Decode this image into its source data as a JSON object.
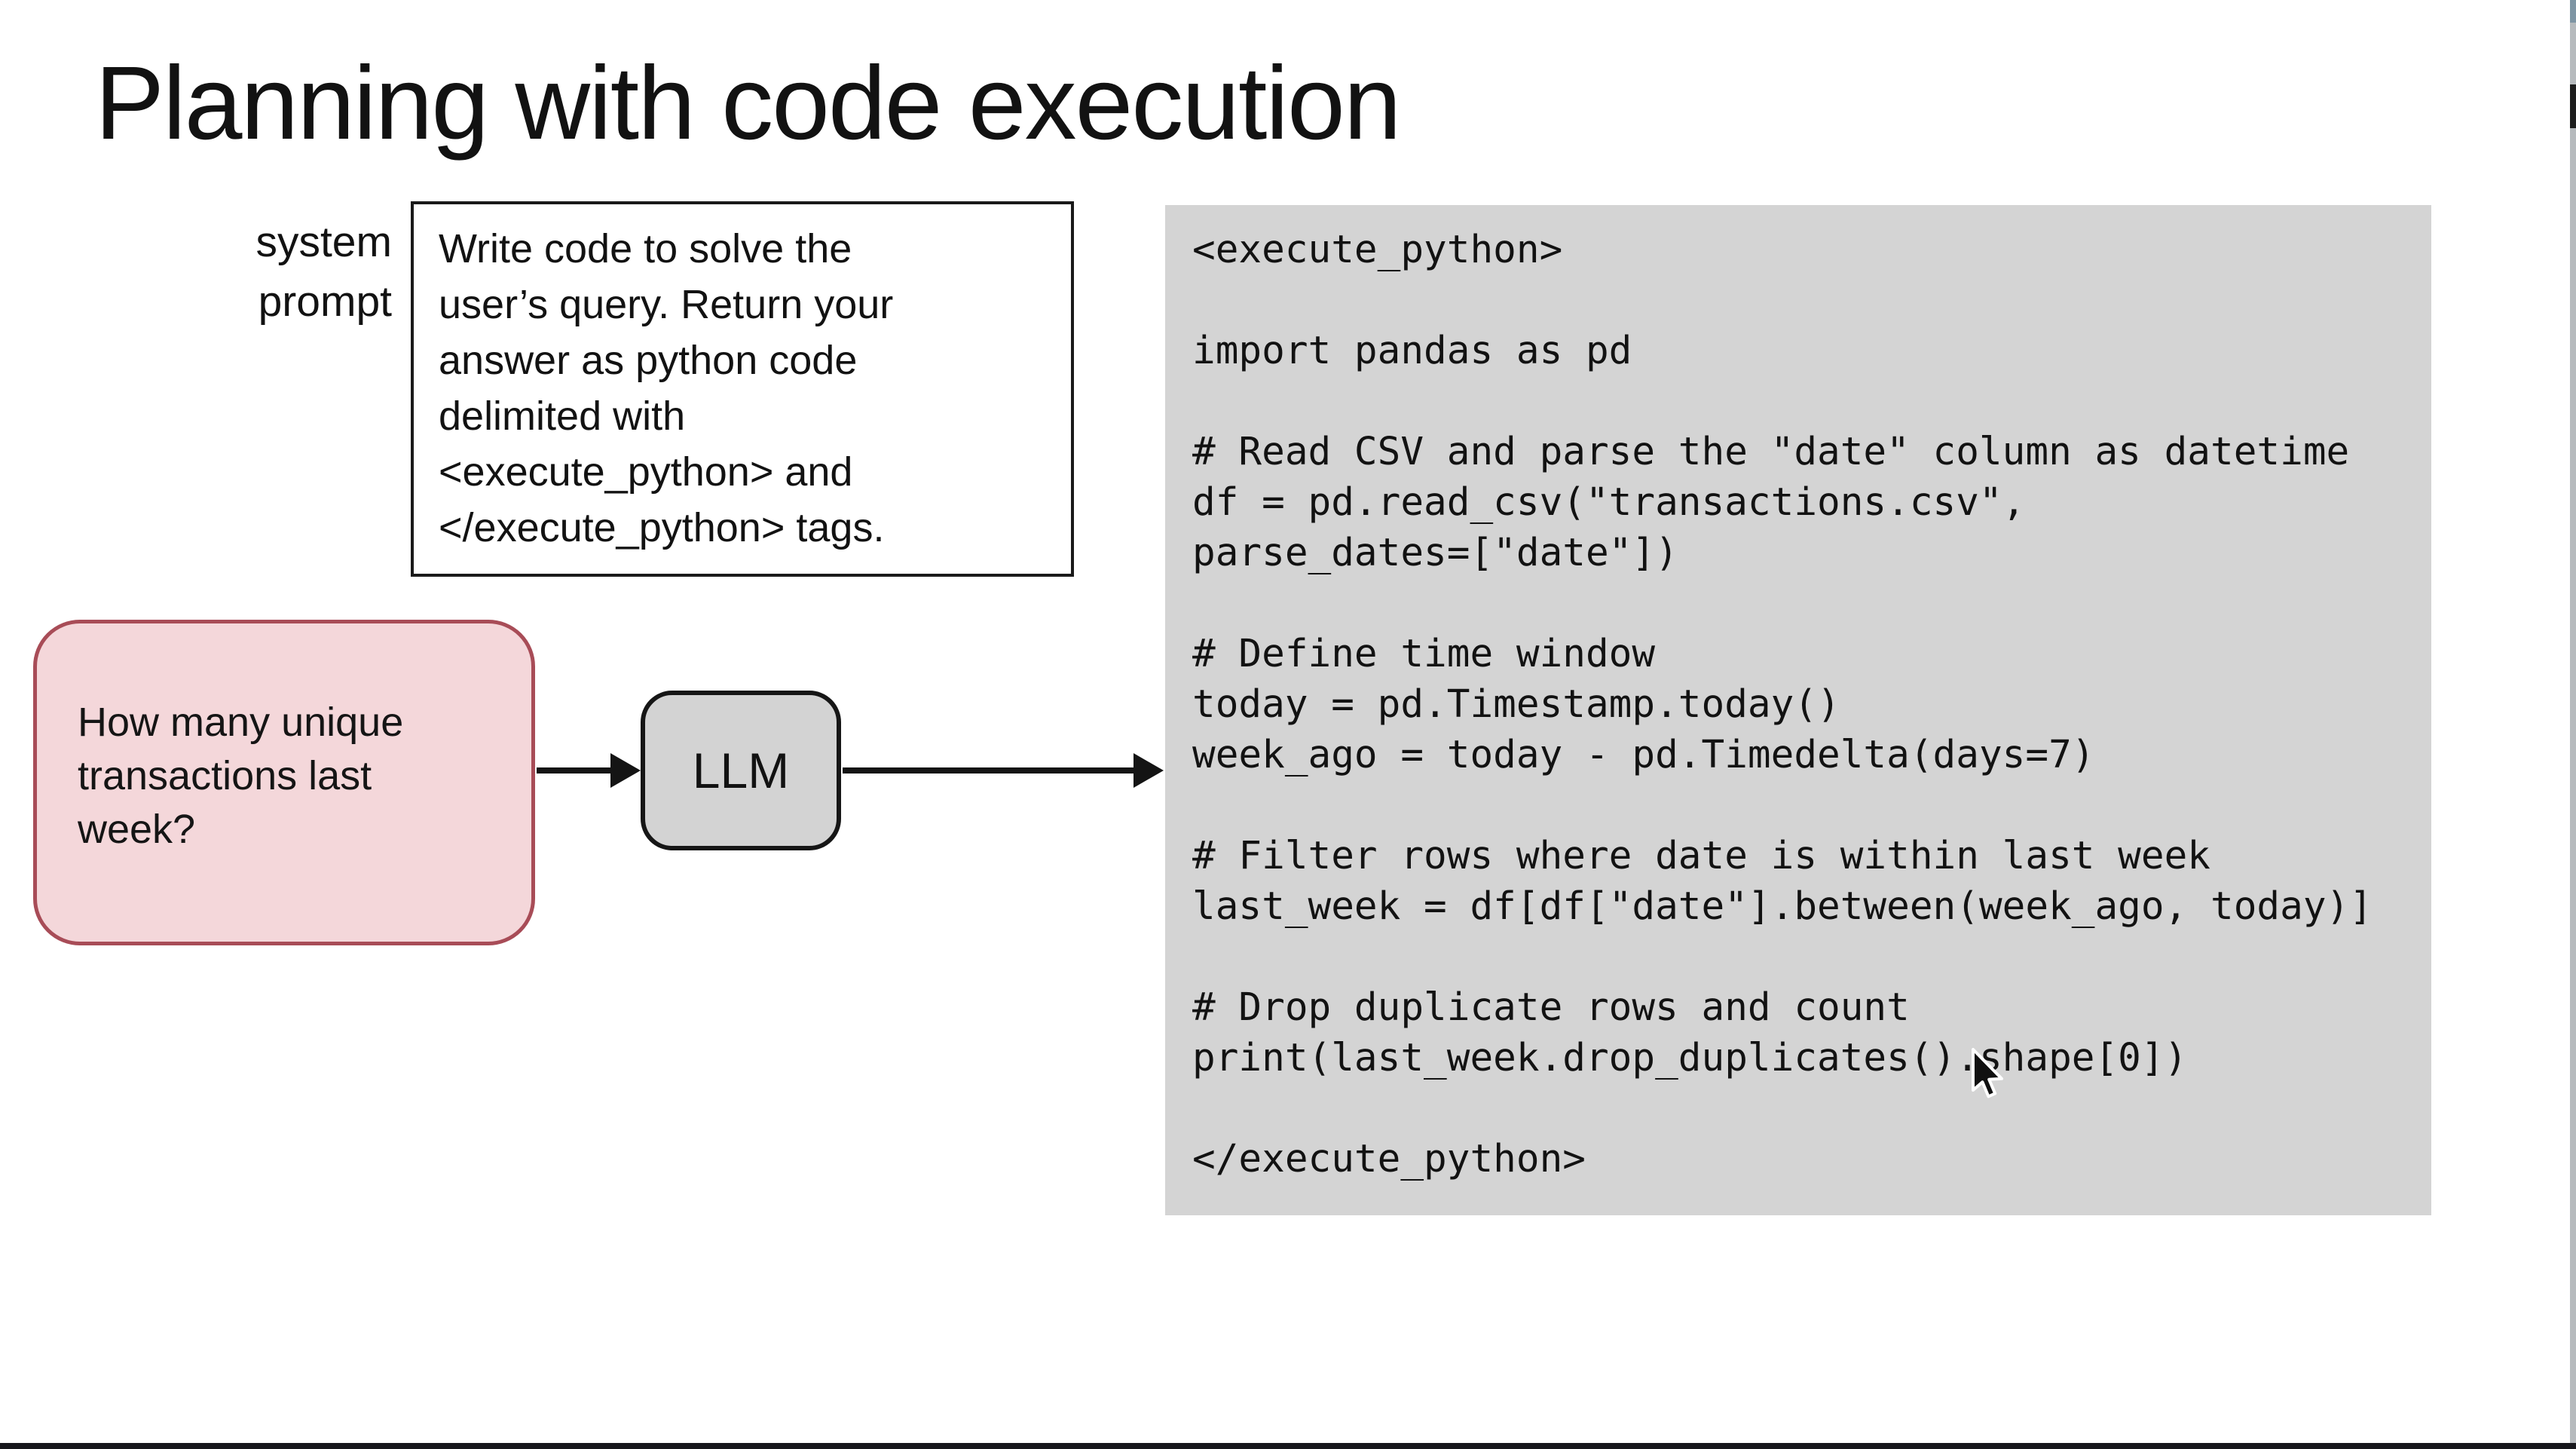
{
  "slide": {
    "title": "Planning with code execution",
    "system_prompt_label": "system\nprompt",
    "system_prompt_text": "Write code to solve the\nuser’s query. Return your\nanswer as python code\ndelimited with\n<execute_python> and\n</execute_python> tags.",
    "user_query": "How many unique\ntransactions last\nweek?",
    "llm_label": "LLM",
    "code": "<execute_python>\n\nimport pandas as pd\n\n# Read CSV and parse the \"date\" column as datetime\ndf = pd.read_csv(\"transactions.csv\",\nparse_dates=[\"date\"])\n\n# Define time window\ntoday = pd.Timestamp.today()\nweek_ago = today - pd.Timedelta(days=7)\n\n# Filter rows where date is within last week\nlast_week = df[df[\"date\"].between(week_ago, today)]\n\n# Drop duplicate rows and count\nprint(last_week.drop_duplicates().shape[0])\n\n</execute_python>"
  },
  "colors": {
    "query_box_bg": "#f4d7da",
    "query_box_border": "#a84c57",
    "llm_box_bg": "#d3d3d3",
    "llm_box_border": "#161616",
    "code_block_bg": "#d4d4d4",
    "prompt_box_border": "#1a1a1a",
    "arrow": "#141414",
    "bottom_bar": "#17171c",
    "scrollbar_track": "#b6babd",
    "scrollbar_thumb": "#1d1d1d",
    "text": "#121212"
  }
}
